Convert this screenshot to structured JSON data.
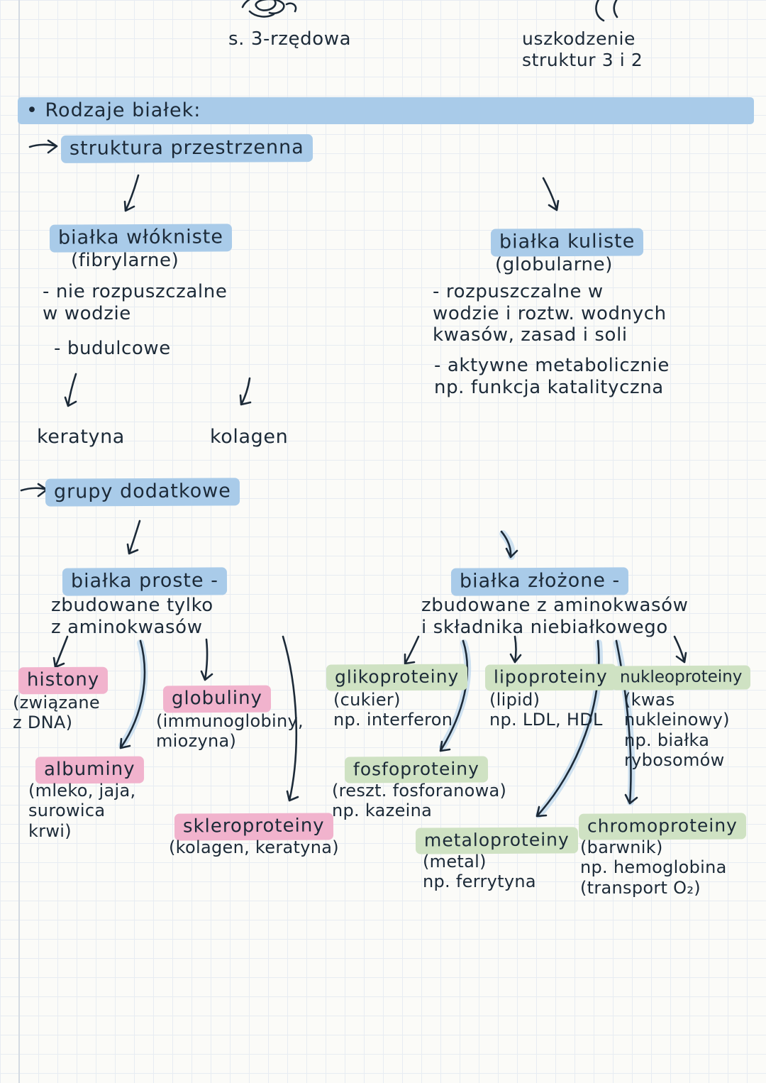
{
  "colors": {
    "highlight_blue": "#a9cbe9",
    "highlight_pink": "#f1b3cd",
    "highlight_green": "#cfe2c3",
    "ink": "#1c2a38",
    "arrow_shade": "#bcd7ee",
    "grid_line": "#e7ecf2",
    "paper": "#fbfbf8"
  },
  "annotations": {
    "tertiary": "s. 3-rzędowa",
    "damage": "uszkodzenie\nstruktur 3 i 2"
  },
  "header": {
    "title": "• Rodzaje białek:"
  },
  "spatial": {
    "label": "struktura przestrzenna",
    "fibrous": {
      "title": "białka włókniste",
      "subtitle": "(fibrylarne)",
      "point1": "- nie rozpuszczalne\nw wodzie",
      "point2": "- budulcowe",
      "child1": "keratyna",
      "child2": "kolagen"
    },
    "globular": {
      "title": "białka kuliste",
      "subtitle": "(globularne)",
      "point1": "- rozpuszczalne w\nwodzie i roztw. wodnych\nkwasów, zasad i soli",
      "point2": "- aktywne metabolicznie\nnp. funkcja katalityczna"
    }
  },
  "groups": {
    "label": "grupy dodatkowe",
    "simple": {
      "title": "białka proste -",
      "subtitle": "zbudowane tylko\nz aminokwasów",
      "items": [
        {
          "name": "histony",
          "desc": "(związane\nz DNA)"
        },
        {
          "name": "globuliny",
          "desc": "(immunoglobiny,\nmiozyna)"
        },
        {
          "name": "albuminy",
          "desc": "(mleko, jaja,\nsurowica\nkrwi)"
        },
        {
          "name": "skleroproteiny",
          "desc": "(kolagen, keratyna)"
        }
      ]
    },
    "complex": {
      "title": "białka złożone -",
      "subtitle": "zbudowane z aminokwasów\ni składnika niebiałkowego",
      "items": [
        {
          "name": "glikoproteiny",
          "desc": "(cukier)\nnp. interferon"
        },
        {
          "name": "lipoproteiny",
          "desc": "(lipid)\nnp. LDL, HDL"
        },
        {
          "name": "nukleoproteiny",
          "desc": "(kwas\nnukleinowy)\nnp. białka\nrybosomów"
        },
        {
          "name": "fosfoproteiny",
          "desc": "(reszt. fosforanowa)\nnp. kazeina"
        },
        {
          "name": "metaloproteiny",
          "desc": "(metal)\nnp. ferrytyna"
        },
        {
          "name": "chromoproteiny",
          "desc": "(barwnik)\nnp. hemoglobina\n(transport O₂)"
        }
      ]
    }
  }
}
